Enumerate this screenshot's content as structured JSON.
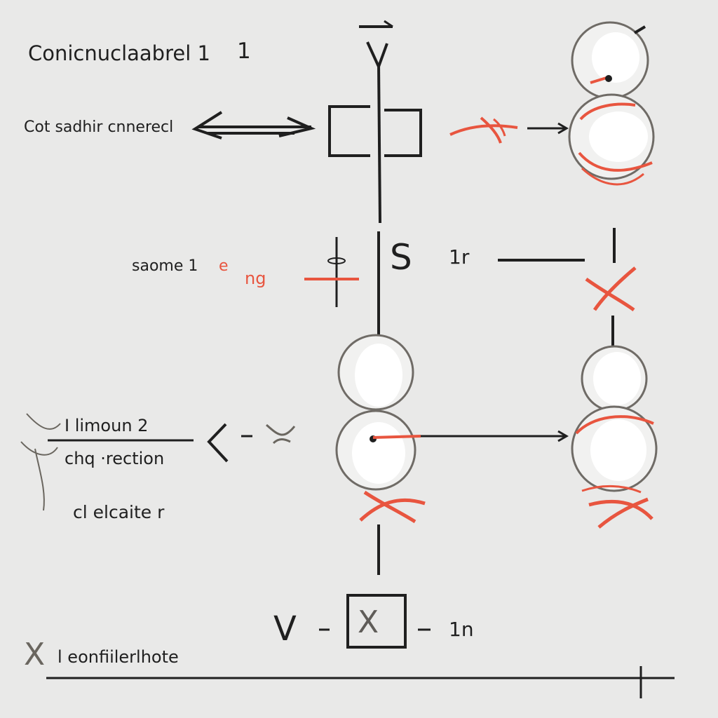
{
  "labels": {
    "title": "Conicnuclaabrel 1",
    "title_suffix": "1",
    "row1_left": "Cot sadhir cnnerecl",
    "row2_left": "saome 1",
    "row2_red_a": "e",
    "row2_red_b": "ng",
    "center_s": "S",
    "row2_right": "1r",
    "left_top": "I limoun 2",
    "left_mid": "chq ·rection",
    "left_bottom": "cl elcaite r",
    "bottom_v": "V",
    "bottom_box": "X",
    "bottom_right": "1n",
    "bottom_legend": "l eonfiilerlhote",
    "bottom_legend_x": "X"
  },
  "colors": {
    "background": "#e9e9e8",
    "ink": "#1f1f1f",
    "accent_red": "#e8553f",
    "circle_outline": "#6f6b66",
    "circle_fill": "#ffffff"
  },
  "icons": {
    "double_arrow": "double-arrow-icon",
    "cross": "red-cross-icon",
    "box": "square-bracket-icon"
  }
}
